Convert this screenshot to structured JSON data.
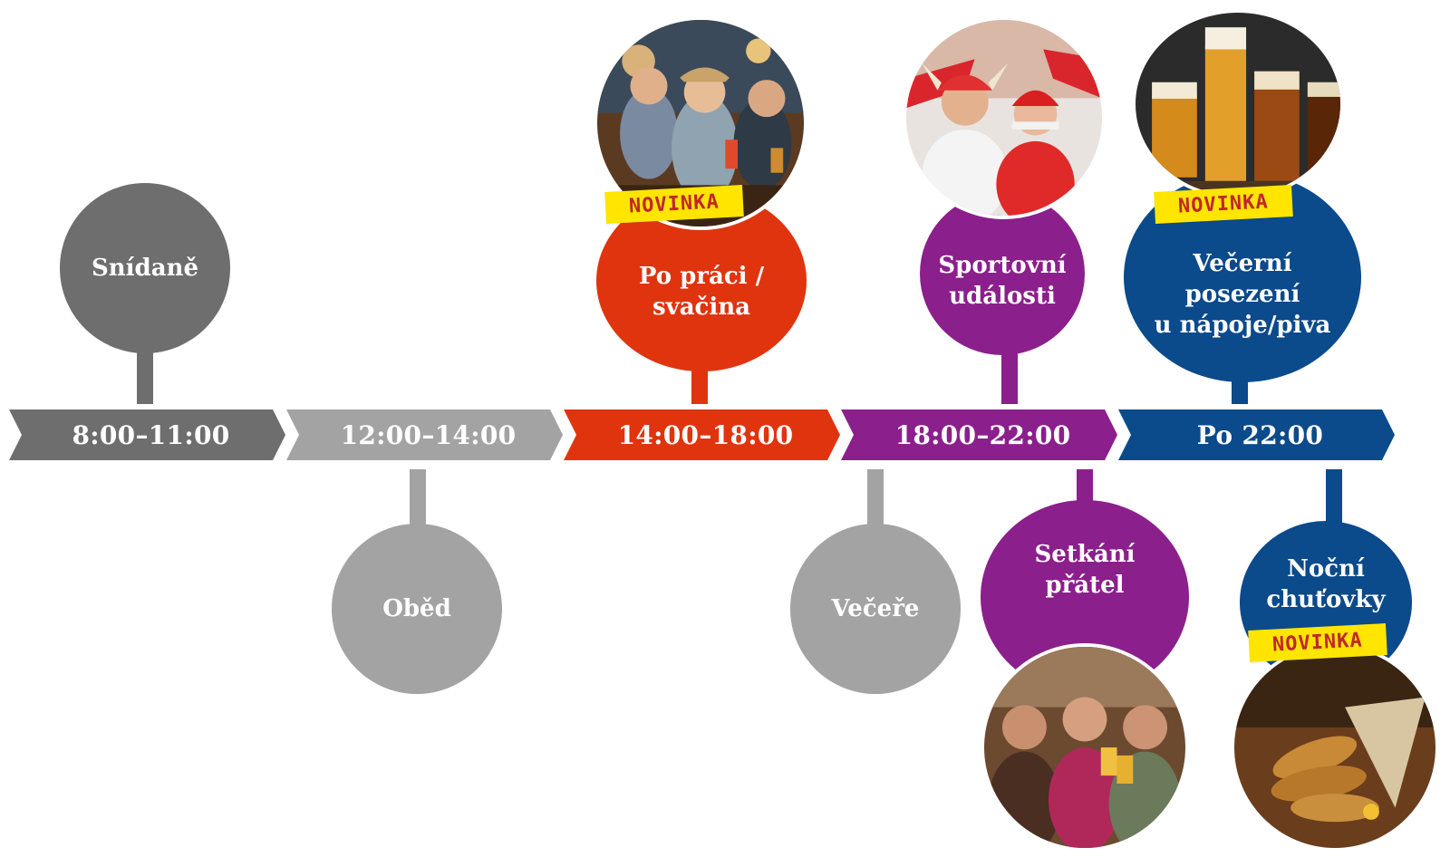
{
  "colors": {
    "gray_dark": "#6e6e6e",
    "gray_light": "#a3a3a3",
    "orange_red": "#e0340f",
    "purple": "#8b1f8c",
    "navy": "#0b4a8b",
    "badge_yellow": "#ffe500",
    "badge_text": "#c0262c"
  },
  "timeline": [
    {
      "label": "8:00–11:00"
    },
    {
      "label": "12:00–14:00"
    },
    {
      "label": "14:00–18:00"
    },
    {
      "label": "18:00–22:00"
    },
    {
      "label": "Po 22:00"
    }
  ],
  "occasions": {
    "breakfast": "Snídaně",
    "lunch": "Oběd",
    "after_work": "Po práci /\nsvačina",
    "dinner": "Večeře",
    "sports": "Sportovní\nudálosti",
    "friends": "Setkání\npřátel",
    "evening": "Večerní\nposezení\nu nápoje/piva",
    "night": "Noční\nchuťovky"
  },
  "badge": "NOVINKA"
}
